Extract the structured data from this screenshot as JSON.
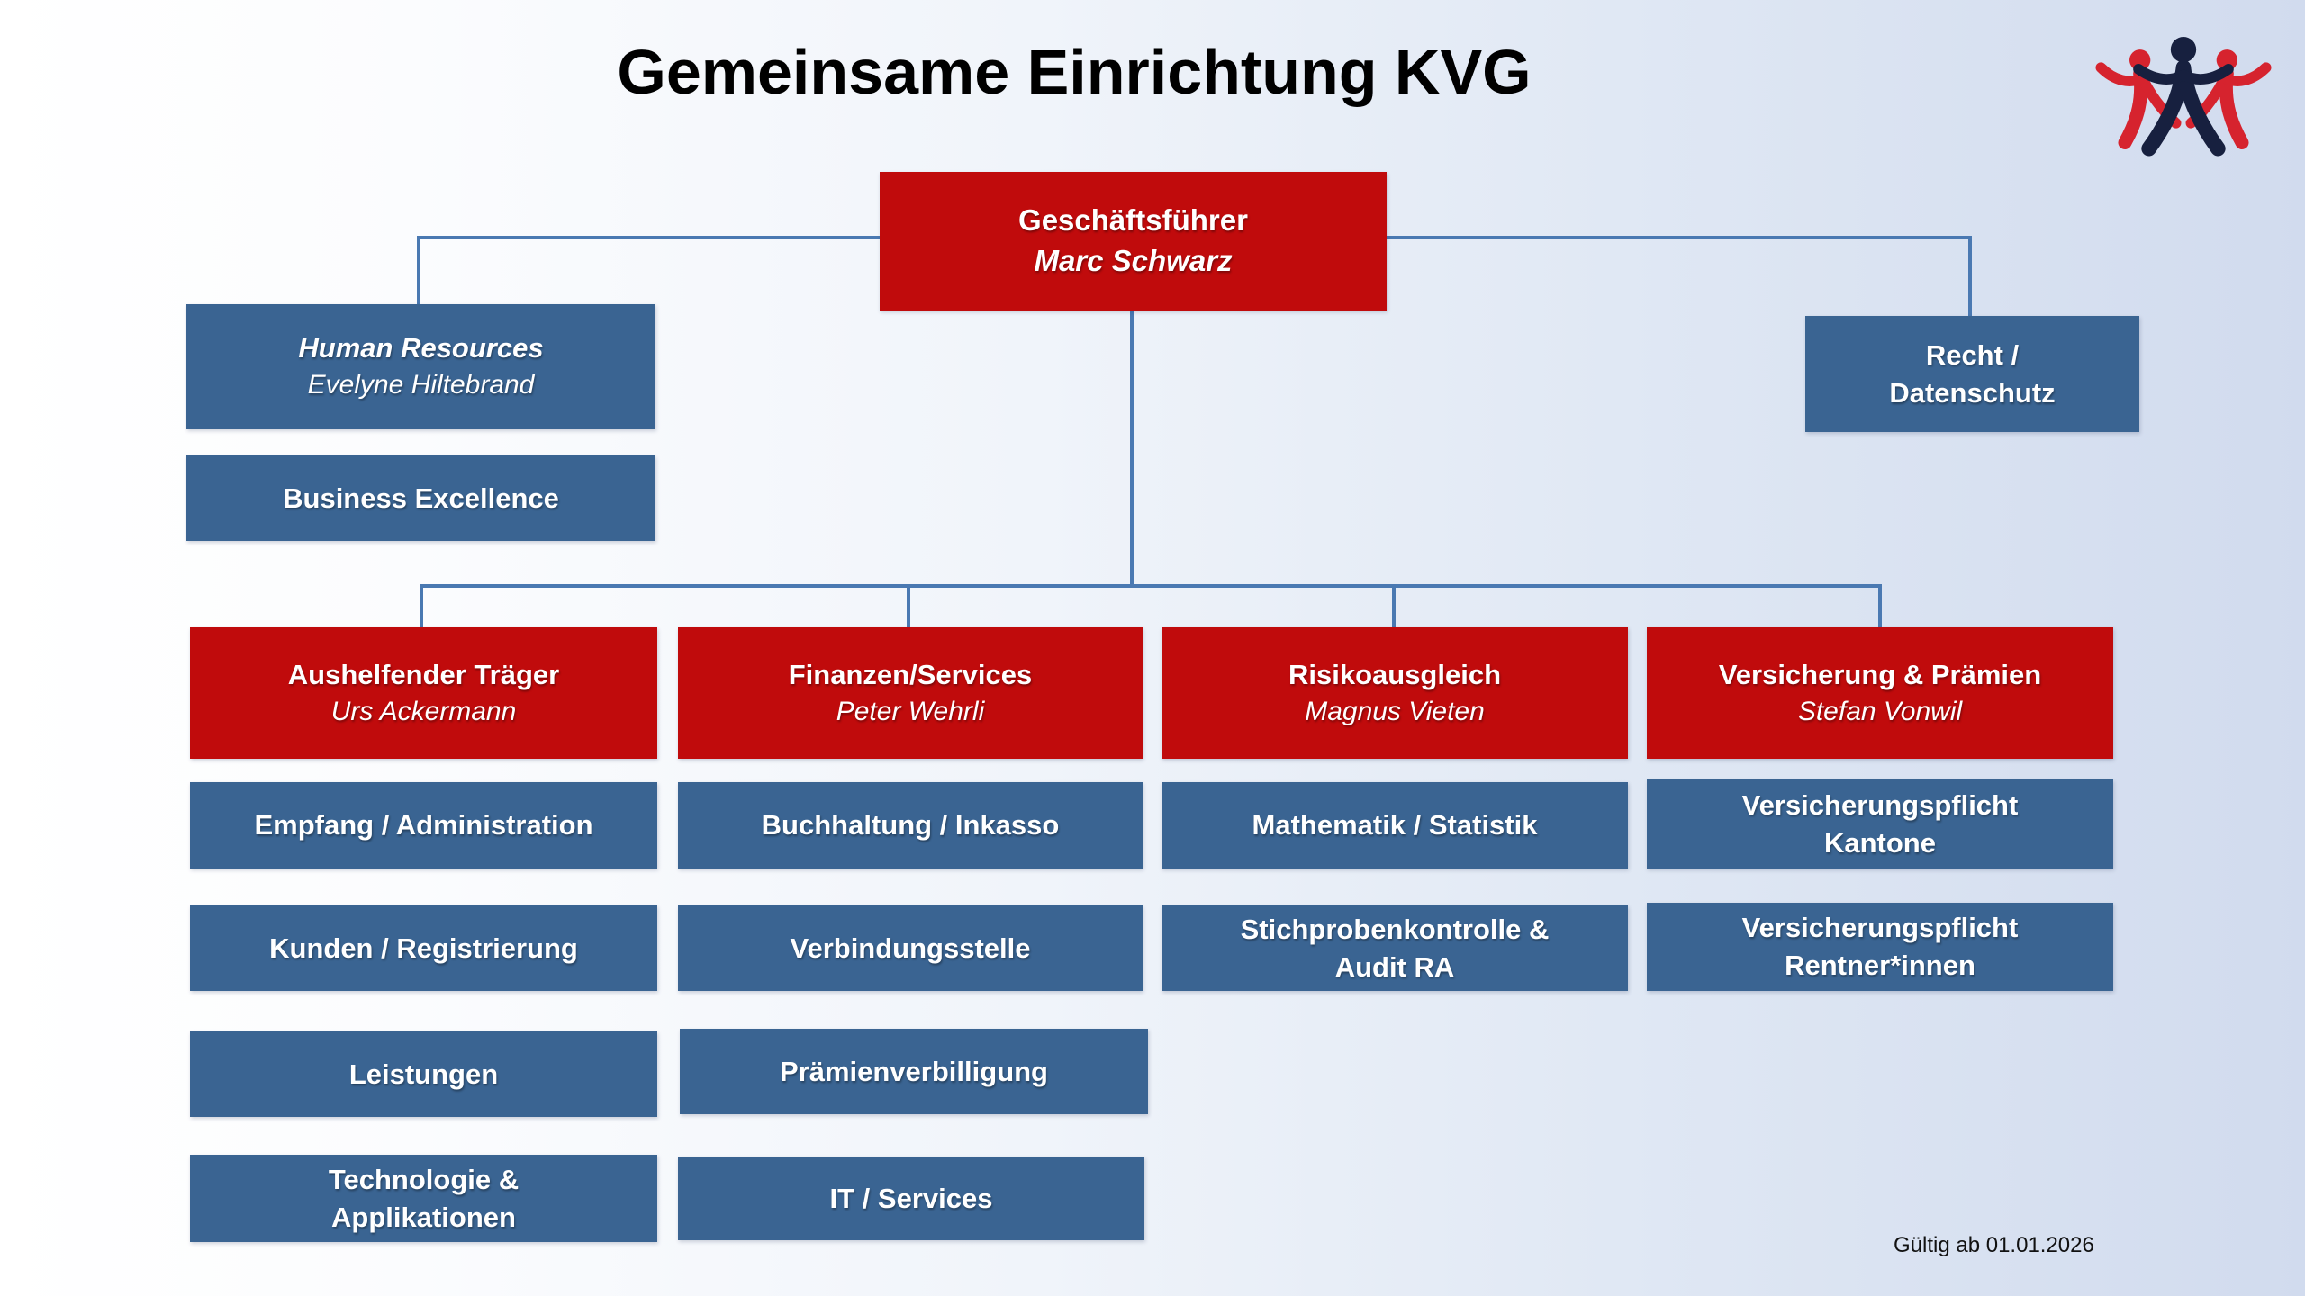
{
  "title": "Gemeinsame Einrichtung KVG",
  "footer": {
    "valid_from": "Gültig ab 01.01.2026"
  },
  "colors": {
    "box_red": "#c00b0c",
    "box_blue": "#3a6492",
    "connector_blue": "#4a79b2",
    "logo_red": "#d6232e",
    "logo_navy": "#17203f"
  },
  "logo": {
    "name": "gemeinsame-einrichtung-kvg-logo"
  },
  "org": {
    "ceo": {
      "role": "Geschäftsführer",
      "name": "Marc Schwarz"
    },
    "staff_left": [
      {
        "title": "Human Resources",
        "name": "Evelyne Hiltebrand"
      },
      {
        "title": "Business Excellence"
      }
    ],
    "staff_right": [
      {
        "title": "Recht /\nDatenschutz"
      }
    ],
    "departments": [
      {
        "title": "Aushelfender Träger",
        "name": "Urs Ackermann",
        "units": [
          "Empfang / Administration",
          "Kunden / Registrierung",
          "Leistungen",
          "Technologie &\nApplikationen"
        ]
      },
      {
        "title": "Finanzen/Services",
        "name": "Peter Wehrli",
        "units": [
          "Buchhaltung / Inkasso",
          "Verbindungsstelle",
          "Prämienverbilligung",
          "IT / Services"
        ]
      },
      {
        "title": "Risikoausgleich",
        "name": "Magnus Vieten",
        "units": [
          "Mathematik / Statistik",
          "Stichprobenkontrolle &\nAudit RA"
        ]
      },
      {
        "title": "Versicherung & Prämien",
        "name": "Stefan Vonwil",
        "units": [
          "Versicherungspflicht\nKantone",
          "Versicherungspflicht\nRentner*innen"
        ]
      }
    ]
  }
}
